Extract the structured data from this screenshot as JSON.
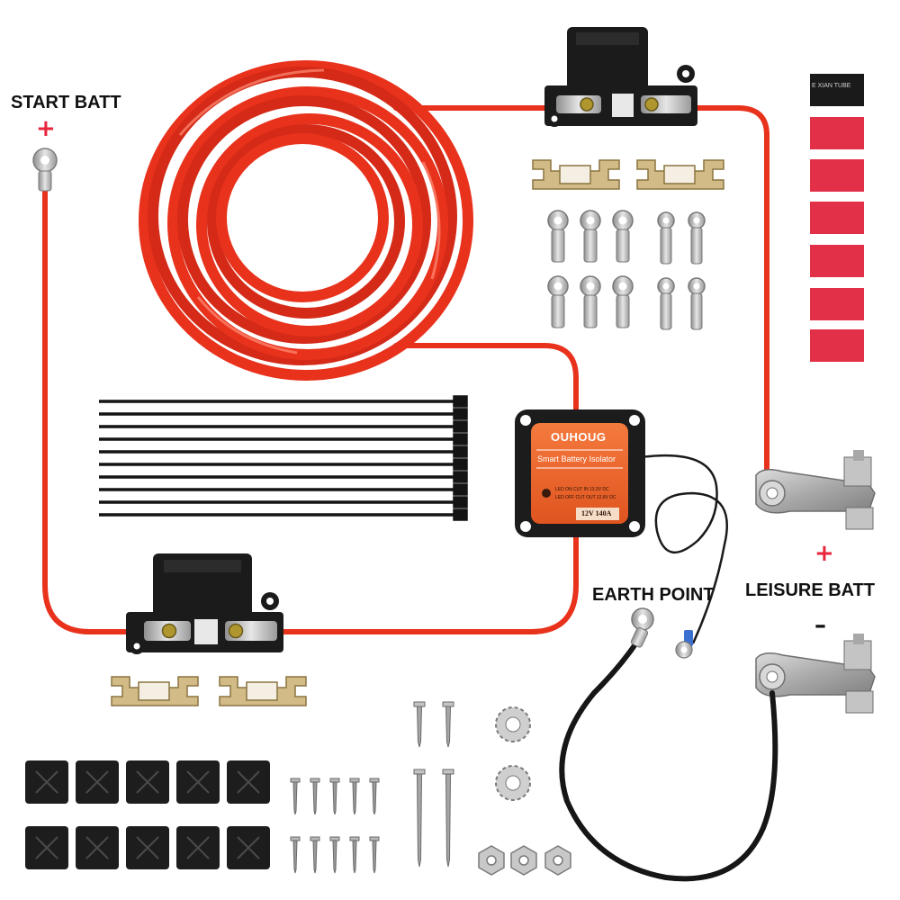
{
  "labels": {
    "start_batt": "START BATT",
    "earth_point": "EARTH POINT",
    "leisure_batt": "LEISURE BATT"
  },
  "signs": {
    "start_plus": "+",
    "leisure_plus": "+",
    "leisure_minus": "–"
  },
  "isolator": {
    "brand": "OUHOUG",
    "title": "Smart Battery Isolator",
    "line1": "LED ON CUT IN 13.3V DC",
    "line2": "LED OFF CUT OUT 12.8V DC",
    "rating": "12V 140A"
  },
  "heat_shrink_print": "E XIAN TUBE",
  "colors": {
    "cable_red": "#e8321c",
    "cable_black": "#161616",
    "isolator_orange": "#f0642a",
    "plus_sign": "#e8253c",
    "brass": "#c9b079",
    "tin": "#b9b9b9",
    "heat_shrink": "#e23048"
  }
}
